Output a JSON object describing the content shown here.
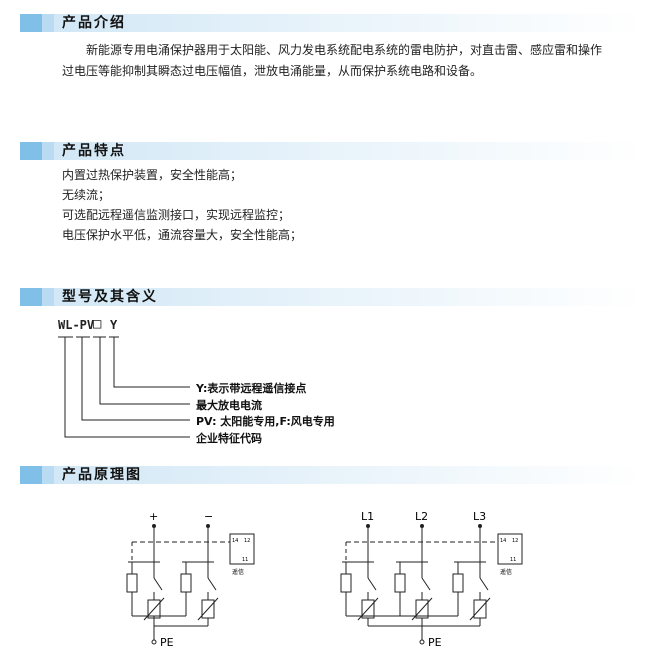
{
  "sections": {
    "intro": {
      "title": "产品介绍",
      "paragraph_line1": "新能源专用电涌保护器用于太阳能、风力发电系统配电系统的雷电防护，对直击雷、感应雷和操作",
      "paragraph_line2": "过电压等能抑制其瞬态过电压幅值，泄放电涌能量，从而保护系统电路和设备。"
    },
    "features": {
      "title": "产品特点",
      "items": [
        "内置过热保护装置，安全性能高；",
        "无续流；",
        "可选配远程遥信监测接口，实现远程监控；",
        "电压保护水平低，通流容量大，安全性能高；"
      ]
    },
    "model": {
      "title": "型号及其含义",
      "code_prefix": "WL-PV",
      "code_box": "□",
      "code_suffix": "Y",
      "meanings": [
        "Y:表示带远程遥信接点",
        "最大放电电流",
        "PV: 太阳能专用,F:风电专用",
        "企业特征代码"
      ]
    },
    "principle": {
      "title": "产品原理图",
      "dc_diagram": {
        "plus": "+",
        "minus": "−",
        "pe": "PE",
        "remote_label": "遥信",
        "terms": [
          "14",
          "12",
          "11"
        ]
      },
      "ac_diagram": {
        "l1": "L1",
        "l2": "L2",
        "l3": "L3",
        "pe": "PE",
        "remote_label": "遥信",
        "terms": [
          "14",
          "12",
          "11"
        ]
      }
    }
  }
}
